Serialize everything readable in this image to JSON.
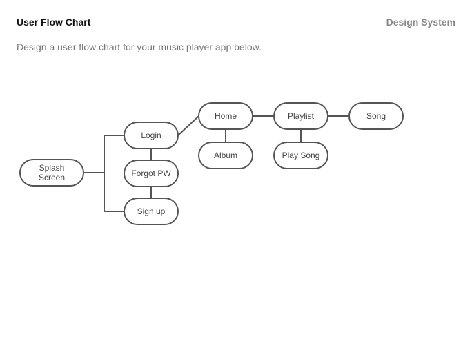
{
  "header": {
    "title": "User Flow Chart",
    "brand": "Design System",
    "subtitle": "Design a user flow chart for your music player app below."
  },
  "flow": {
    "nodes": [
      {
        "id": "splash",
        "lines": [
          "Splash",
          "Screen"
        ]
      },
      {
        "id": "login",
        "lines": [
          "Login"
        ]
      },
      {
        "id": "forgot",
        "lines": [
          "Forgot PW"
        ]
      },
      {
        "id": "signup",
        "lines": [
          "Sign up"
        ]
      },
      {
        "id": "home",
        "lines": [
          "Home"
        ]
      },
      {
        "id": "album",
        "lines": [
          "Album"
        ]
      },
      {
        "id": "playlist",
        "lines": [
          "Playlist"
        ]
      },
      {
        "id": "playsong",
        "lines": [
          "Play Song"
        ]
      },
      {
        "id": "song",
        "lines": [
          "Song"
        ]
      }
    ],
    "edges": [
      {
        "from": "splash",
        "to": "login"
      },
      {
        "from": "splash",
        "to": "signup"
      },
      {
        "from": "login",
        "to": "forgot"
      },
      {
        "from": "forgot",
        "to": "signup"
      },
      {
        "from": "login",
        "to": "home"
      },
      {
        "from": "home",
        "to": "album"
      },
      {
        "from": "home",
        "to": "playlist"
      },
      {
        "from": "playlist",
        "to": "playsong"
      },
      {
        "from": "playlist",
        "to": "song"
      }
    ]
  }
}
